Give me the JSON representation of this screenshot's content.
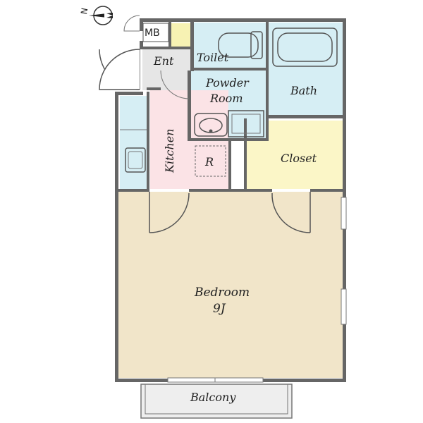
{
  "compass": {
    "label": "N",
    "icon": "compass-icon"
  },
  "rooms": {
    "mb": "MB",
    "ent": "Ent",
    "toilet": "Toilet",
    "powder_line1": "Powder",
    "powder_line2": "Room",
    "bath": "Bath",
    "kitchen": "Kitchen",
    "fridge": "R",
    "closet": "Closet",
    "bedroom": "Bedroom",
    "bedroom_size": "9J",
    "balcony": "Balcony"
  },
  "colors": {
    "wet_area": "#d6eef4",
    "kitchen": "#fbe3e6",
    "closet": "#fbf6c7",
    "bedroom": "#f1e5c9",
    "entrance": "#e6e6e6",
    "storage": "#f7f2b3",
    "wall": "#666666"
  }
}
